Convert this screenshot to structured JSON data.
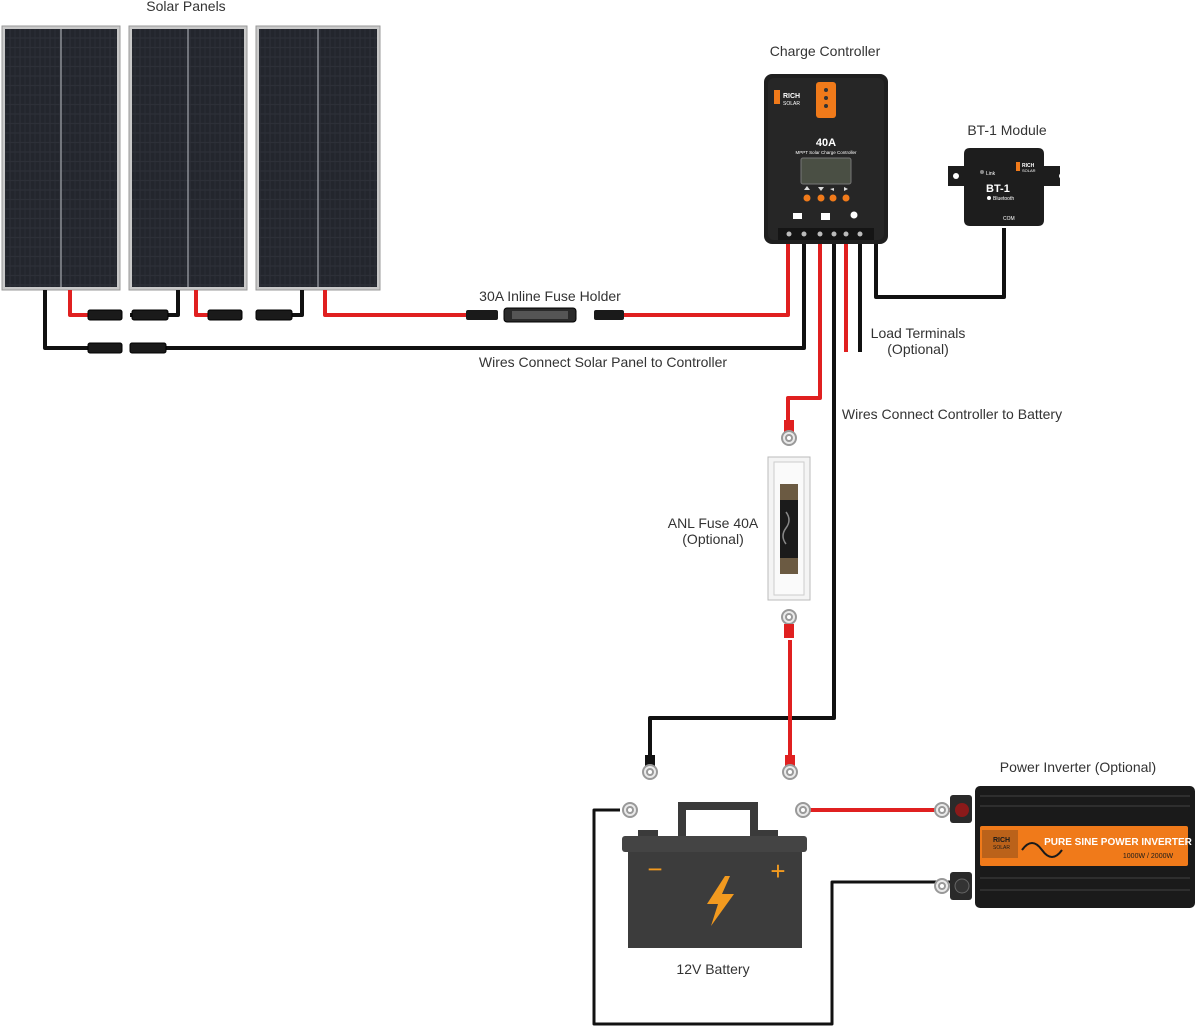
{
  "labels": {
    "solar_panels": "Solar Panels",
    "charge_controller": "Charge Controller",
    "bt1_module": "BT-1 Module",
    "inline_fuse": "30A Inline Fuse Holder",
    "wires_panel_controller": "Wires Connect Solar Panel to Controller",
    "load_terminals_line1": "Load Terminals",
    "load_terminals_line2": "(Optional)",
    "wires_controller_battery": "Wires Connect Controller to Battery",
    "anl_fuse_line1": "ANL Fuse 40A",
    "anl_fuse_line2": "(Optional)",
    "power_inverter": "Power Inverter (Optional)",
    "battery": "12V Battery"
  },
  "controller": {
    "brand_line1": "RICH",
    "brand_line2": "SOLAR",
    "rating": "40A",
    "model": "MPPT Solar Charge Controller"
  },
  "bt1": {
    "brand_line1": "RICH",
    "brand_line2": "SOLAR",
    "link": "Link",
    "name": "BT-1",
    "bluetooth": "Bluetooth",
    "port": "COM"
  },
  "inverter": {
    "brand_line1": "RICH",
    "brand_line2": "SOLAR",
    "title": "PURE SINE POWER INVERTER",
    "rating": "1000W / 2000W"
  },
  "battery": {
    "neg": "−",
    "pos": "+"
  },
  "colors": {
    "positive_wire": "#e02020",
    "negative_wire": "#111111",
    "panel": "#2a2d33",
    "device": "#1f1f1f",
    "accent": "#f07a1a",
    "battery_bolt": "#f29a1f"
  }
}
